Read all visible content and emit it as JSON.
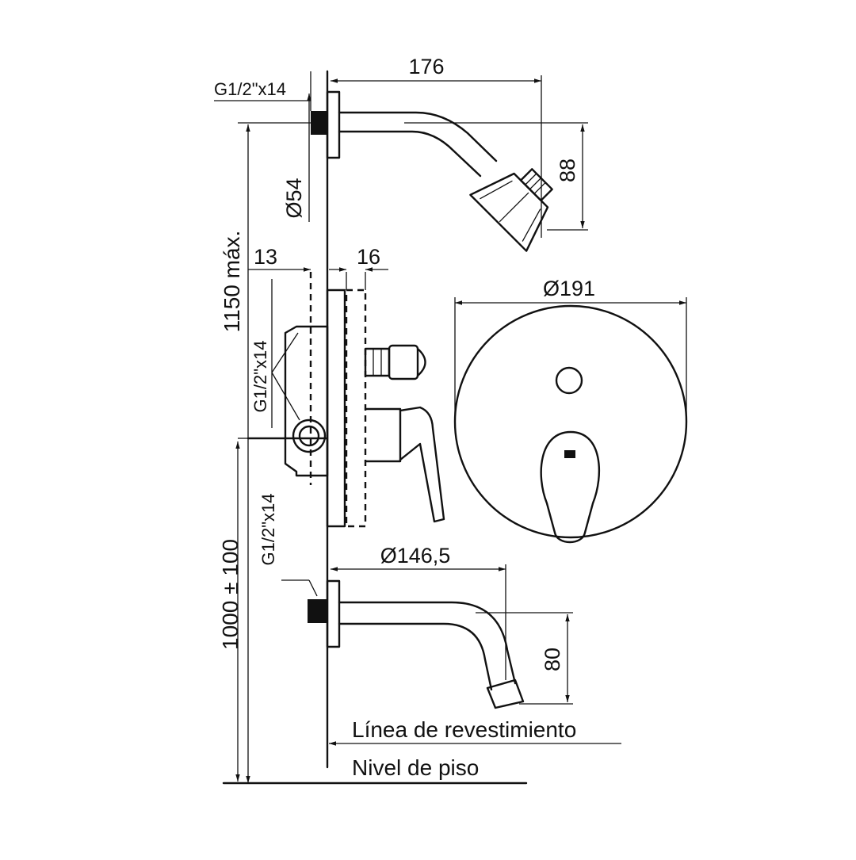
{
  "dimensions": {
    "shower_arm_length": "176",
    "shower_head_drop": "88",
    "shower_flange_dia": "Ø54",
    "max_height": "1150 máx.",
    "valve_depth_min": "13",
    "valve_depth_extra": "16",
    "plate_dia": "Ø191",
    "spout_length": "Ø146,5",
    "spout_drop": "80",
    "spout_height": "1000 ± 100"
  },
  "threads": {
    "top": "G1/2\"x14",
    "middle": "G1/2\"x14",
    "bottom": "G1/2\"x14"
  },
  "reference_lines": {
    "finish_line": "Línea de revestimiento",
    "floor_level": "Nivel de piso"
  }
}
